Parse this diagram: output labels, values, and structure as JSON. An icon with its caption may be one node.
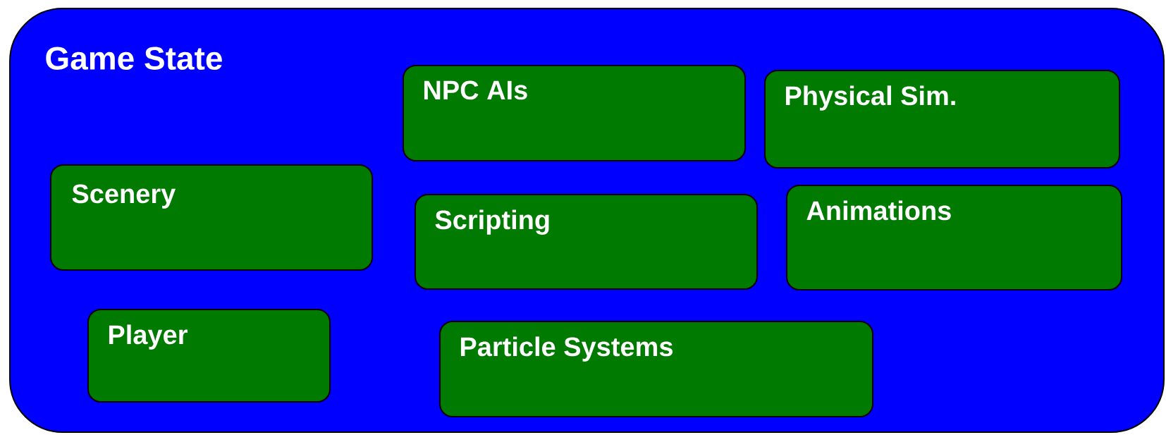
{
  "diagram": {
    "nodes": [
      {
        "text": [
          "Game State"
        ]
      },
      {
        "text": [
          "NPC AIs"
        ],
        "in": 0
      },
      {
        "text": [
          "Physical Sim."
        ],
        "in": 0
      },
      {
        "text": [
          "Scenery"
        ],
        "in": 0
      },
      {
        "text": [
          "Scripting"
        ],
        "in": 0
      },
      {
        "text": [
          "Animations"
        ],
        "in": 0
      },
      {
        "text": [
          "Player"
        ],
        "in": 0
      },
      {
        "text": [
          "Particle Systems"
        ],
        "in": 0
      }
    ]
  }
}
